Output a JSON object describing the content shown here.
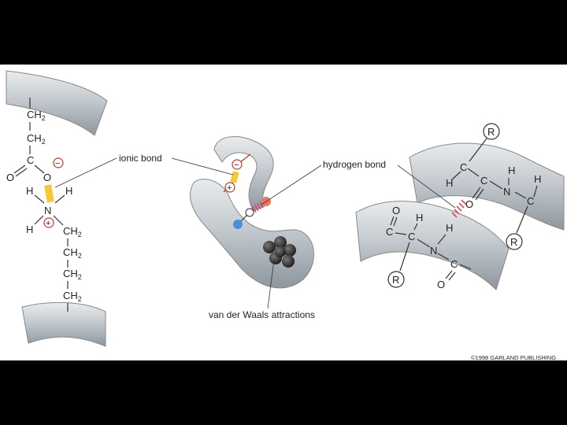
{
  "labels": {
    "ionic_bond": "ionic bond",
    "hydrogen_bond": "hydrogen bond",
    "van_der_waals": "van der Waals attractions",
    "copyright": "©1998 GARLAND PUBLISHING"
  },
  "atoms": {
    "ch2": "CH",
    "sub2": "2",
    "c": "C",
    "o": "O",
    "n": "N",
    "h": "H",
    "r": "R",
    "minus": "−",
    "plus": "+"
  },
  "colors": {
    "background": "#000000",
    "panel": "#ffffff",
    "chain": "#c9ced2",
    "chain_shade": "#9aa2a8",
    "ionic": "#f3c93a",
    "hbond": "#d9475a",
    "charge_ring": "#c0392b",
    "oxygen_ball": "#e8765a",
    "hydrogen_ball": "#ffffff",
    "nitrogen_ball": "#4a90d9",
    "vdw_ball": "#333333"
  }
}
